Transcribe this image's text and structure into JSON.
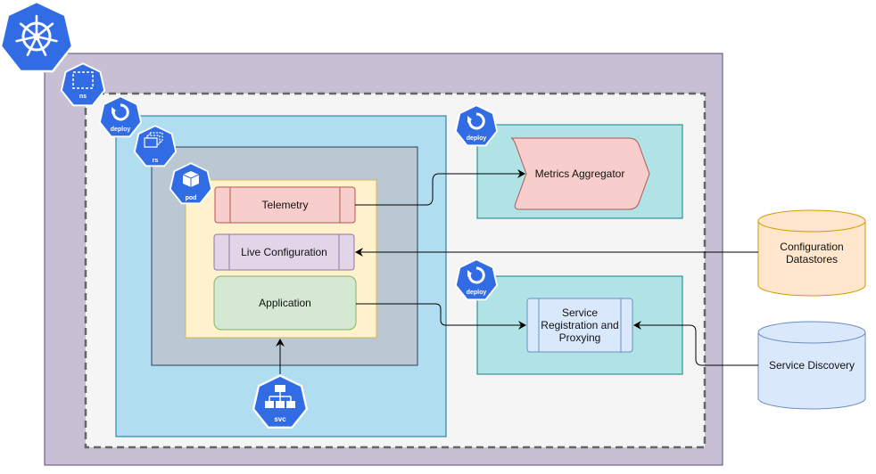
{
  "icons": {
    "k8s_logo": "kubernetes-wheel-icon",
    "ns": {
      "label": "ns",
      "icon": "namespace-icon"
    },
    "deploy_main": {
      "label": "deploy",
      "icon": "deployment-icon"
    },
    "rs": {
      "label": "rs",
      "icon": "replicaset-icon"
    },
    "pod": {
      "label": "pod",
      "icon": "pod-icon"
    },
    "deploy_metrics": {
      "label": "deploy",
      "icon": "deployment-icon"
    },
    "deploy_service": {
      "label": "deploy",
      "icon": "deployment-icon"
    },
    "svc": {
      "label": "svc",
      "icon": "service-icon"
    }
  },
  "nodes": {
    "telemetry": "Telemetry",
    "live_configuration": "Live Configuration",
    "application": "Application",
    "metrics_aggregator": "Metrics Aggregator",
    "service_registration": "Service\nRegistration and\nProxying",
    "configuration_datastores": "Configuration\nDatastores",
    "service_discovery": "Service Discovery"
  },
  "colors": {
    "k8s_blue": "#326ce5",
    "namespace_bg": "#c9bfd4",
    "dashed_bg": "#f5f5f5",
    "deploy_bg": "#b1ddf0",
    "rs_bg": "#bac8d3",
    "pod_bg": "#fff2cc",
    "teal_bg": "#b0e3e6",
    "telemetry_bg": "#f8cecc",
    "live_config_bg": "#e1d5e7",
    "application_bg": "#d5e8d4",
    "metrics_bg": "#f8cecc",
    "service_bg": "#dae8fc",
    "config_ds_bg": "#ffe6cc",
    "discovery_bg": "#dae8fc"
  }
}
